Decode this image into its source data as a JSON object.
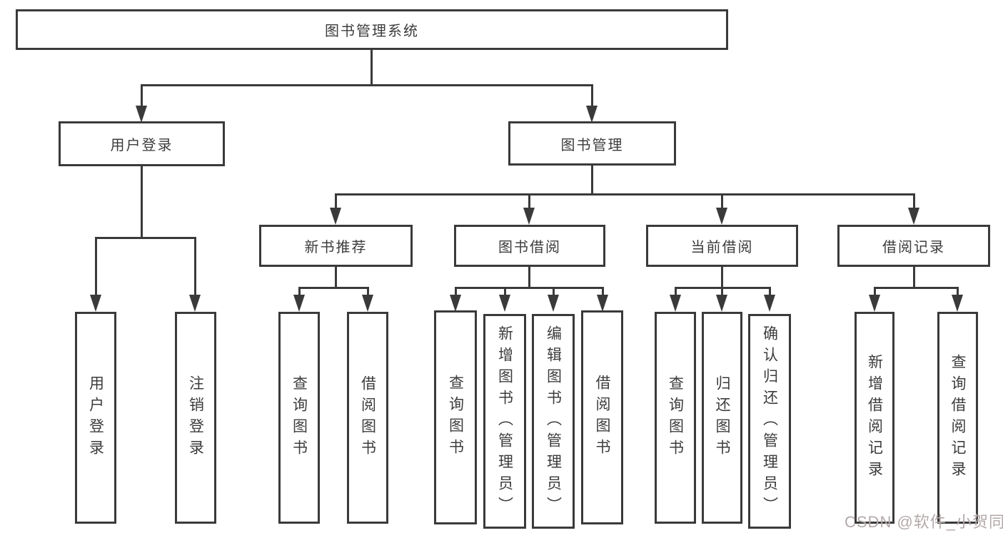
{
  "diagram": {
    "title": "图书管理系统",
    "colors": {
      "line": "#3a3a3a",
      "text": "#3c3c3c",
      "background": "#ffffff",
      "watermark": "#b3a9a9"
    },
    "nodes": {
      "root": {
        "label": "图书管理系统"
      },
      "level2": [
        {
          "label": "用户登录"
        },
        {
          "label": "图书管理"
        }
      ],
      "level3": [
        {
          "label": "新书推荐",
          "parent": "图书管理"
        },
        {
          "label": "图书借阅",
          "parent": "图书管理"
        },
        {
          "label": "当前借阅",
          "parent": "图书管理"
        },
        {
          "label": "借阅记录",
          "parent": "图书管理"
        }
      ],
      "leaves": [
        {
          "label": "用户登录",
          "parent": "用户登录"
        },
        {
          "label": "注销登录",
          "parent": "用户登录"
        },
        {
          "label": "查询图书",
          "parent": "新书推荐"
        },
        {
          "label": "借阅图书",
          "parent": "新书推荐"
        },
        {
          "label": "查询图书",
          "parent": "图书借阅"
        },
        {
          "label": "新增图书（管理员）",
          "parent": "图书借阅"
        },
        {
          "label": "编辑图书（管理员）",
          "parent": "图书借阅"
        },
        {
          "label": "借阅图书",
          "parent": "图书借阅"
        },
        {
          "label": "查询图书",
          "parent": "当前借阅"
        },
        {
          "label": "归还图书",
          "parent": "当前借阅"
        },
        {
          "label": "确认归还（管理员）",
          "parent": "当前借阅"
        },
        {
          "label": "新增借阅记录",
          "parent": "借阅记录"
        },
        {
          "label": "查询借阅记录",
          "parent": "借阅记录"
        }
      ]
    },
    "watermark": {
      "text": "CSDN @软件_小贺同学"
    }
  }
}
